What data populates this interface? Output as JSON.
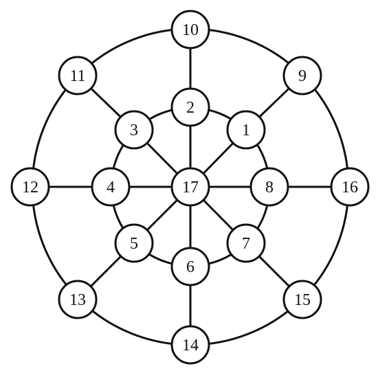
{
  "nodes": [
    {
      "id": "1",
      "label": "1"
    },
    {
      "id": "2",
      "label": "2"
    },
    {
      "id": "3",
      "label": "3"
    },
    {
      "id": "4",
      "label": "4"
    },
    {
      "id": "5",
      "label": "5"
    },
    {
      "id": "6",
      "label": "6"
    },
    {
      "id": "7",
      "label": "7"
    },
    {
      "id": "8",
      "label": "8"
    },
    {
      "id": "9",
      "label": "9"
    },
    {
      "id": "10",
      "label": "10"
    },
    {
      "id": "11",
      "label": "11"
    },
    {
      "id": "12",
      "label": "12"
    },
    {
      "id": "13",
      "label": "13"
    },
    {
      "id": "14",
      "label": "14"
    },
    {
      "id": "15",
      "label": "15"
    },
    {
      "id": "16",
      "label": "16"
    },
    {
      "id": "17",
      "label": "17"
    }
  ],
  "edges": [
    [
      "17",
      "1"
    ],
    [
      "17",
      "2"
    ],
    [
      "17",
      "3"
    ],
    [
      "17",
      "4"
    ],
    [
      "17",
      "5"
    ],
    [
      "17",
      "6"
    ],
    [
      "17",
      "7"
    ],
    [
      "17",
      "8"
    ],
    [
      "1",
      "9"
    ],
    [
      "2",
      "10"
    ],
    [
      "3",
      "11"
    ],
    [
      "4",
      "12"
    ],
    [
      "5",
      "13"
    ],
    [
      "6",
      "14"
    ],
    [
      "7",
      "15"
    ],
    [
      "8",
      "16"
    ]
  ],
  "rings": [
    [
      "1",
      "2",
      "3",
      "4",
      "5",
      "6",
      "7",
      "8"
    ],
    [
      "9",
      "10",
      "11",
      "12",
      "13",
      "14",
      "15",
      "16"
    ]
  ]
}
